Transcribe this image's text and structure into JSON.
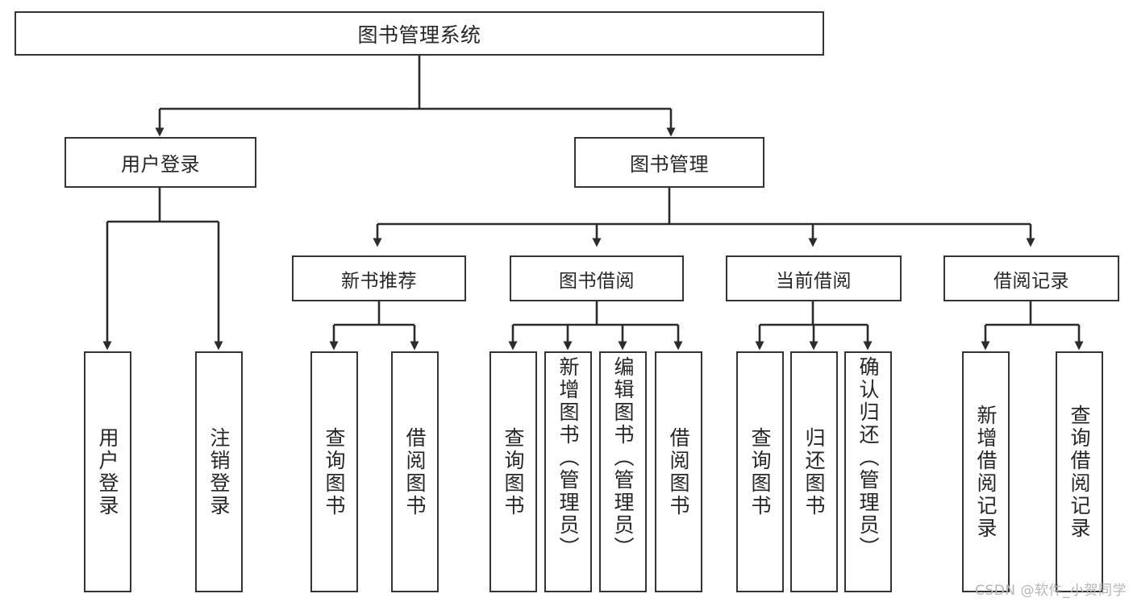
{
  "diagram": {
    "type": "tree",
    "title": "图书管理系统",
    "root": {
      "id": "root",
      "label": "图书管理系统"
    },
    "level2": [
      {
        "id": "user-login",
        "label": "用户登录"
      },
      {
        "id": "book-manage",
        "label": "图书管理"
      }
    ],
    "level3": [
      {
        "id": "new-book-recommend",
        "label": "新书推荐",
        "parent": "book-manage"
      },
      {
        "id": "book-borrow",
        "label": "图书借阅",
        "parent": "book-manage"
      },
      {
        "id": "current-borrow",
        "label": "当前借阅",
        "parent": "book-manage"
      },
      {
        "id": "borrow-record",
        "label": "借阅记录",
        "parent": "book-manage"
      }
    ],
    "leaves": [
      {
        "id": "leaf-user-login",
        "label": "用户登录",
        "parent": "user-login"
      },
      {
        "id": "leaf-user-logout",
        "label": "注销登录",
        "parent": "user-login"
      },
      {
        "id": "leaf-query-book-1",
        "label": "查询图书",
        "parent": "new-book-recommend"
      },
      {
        "id": "leaf-borrow-book-1",
        "label": "借阅图书",
        "parent": "new-book-recommend"
      },
      {
        "id": "leaf-query-book-2",
        "label": "查询图书",
        "parent": "book-borrow"
      },
      {
        "id": "leaf-add-book",
        "label": "新增图书（管理员）",
        "parent": "book-borrow"
      },
      {
        "id": "leaf-edit-book",
        "label": "编辑图书（管理员）",
        "parent": "book-borrow"
      },
      {
        "id": "leaf-borrow-book-2",
        "label": "借阅图书",
        "parent": "book-borrow"
      },
      {
        "id": "leaf-query-book-3",
        "label": "查询图书",
        "parent": "current-borrow"
      },
      {
        "id": "leaf-return-book",
        "label": "归还图书",
        "parent": "current-borrow"
      },
      {
        "id": "leaf-confirm-return",
        "label": "确认归还（管理员）",
        "parent": "current-borrow"
      },
      {
        "id": "leaf-add-record",
        "label": "新增借阅记录",
        "parent": "borrow-record"
      },
      {
        "id": "leaf-query-record",
        "label": "查询借阅记录",
        "parent": "borrow-record"
      }
    ]
  },
  "watermark": {
    "text": "CSDN @软件_小贺同学"
  },
  "colors": {
    "box_border": "#333333",
    "box_fill": "#ffffff",
    "text": "#262626",
    "connector": "#2b2b2b",
    "watermark": "#b5b5b5"
  }
}
